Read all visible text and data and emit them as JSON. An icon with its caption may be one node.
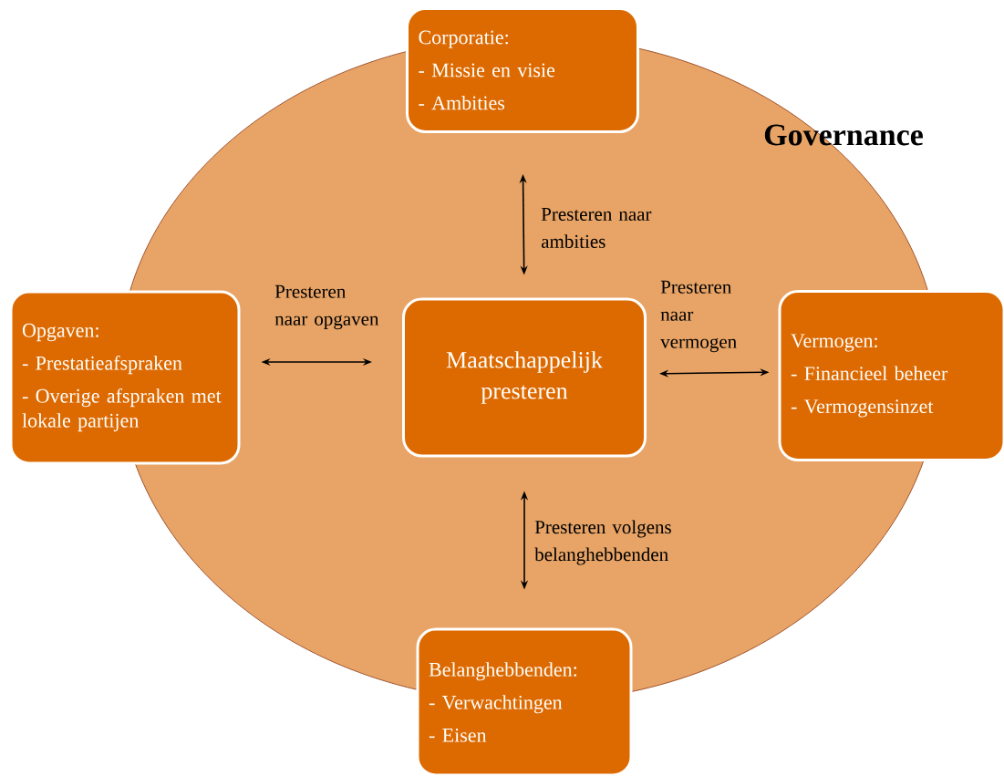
{
  "diagram": {
    "nodes": [
      {
        "text": [
          "Governance"
        ]
      },
      {
        "text": [
          "Corporatie:",
          "- Missie en visie",
          "- Ambities"
        ]
      },
      {
        "text": [
          "Opgaven:",
          "- Prestatieafspraken",
          "- Overige afspraken met lokale partijen"
        ]
      },
      {
        "text": [
          "Maatschappelijk presteren"
        ],
        "in": 0
      },
      {
        "text": [
          "Vermogen:",
          "- Financieel beheer",
          "- Vermogensinzet"
        ]
      },
      {
        "text": [
          "Belanghebbenden:",
          "- Verwachtingen",
          "- Eisen"
        ]
      }
    ],
    "edges": [
      {
        "from": 3,
        "to": 1,
        "arrow": "both",
        "label": "Presteren naar ambities"
      },
      {
        "from": 2,
        "to": 3,
        "arrow": "both",
        "label": "Presteren naar opgaven"
      },
      {
        "from": 3,
        "to": 4,
        "arrow": "both",
        "label": "Presteren naar vermogen"
      },
      {
        "from": 3,
        "to": 5,
        "arrow": "both",
        "label": "Presteren volgens belanghebbenden"
      }
    ]
  }
}
